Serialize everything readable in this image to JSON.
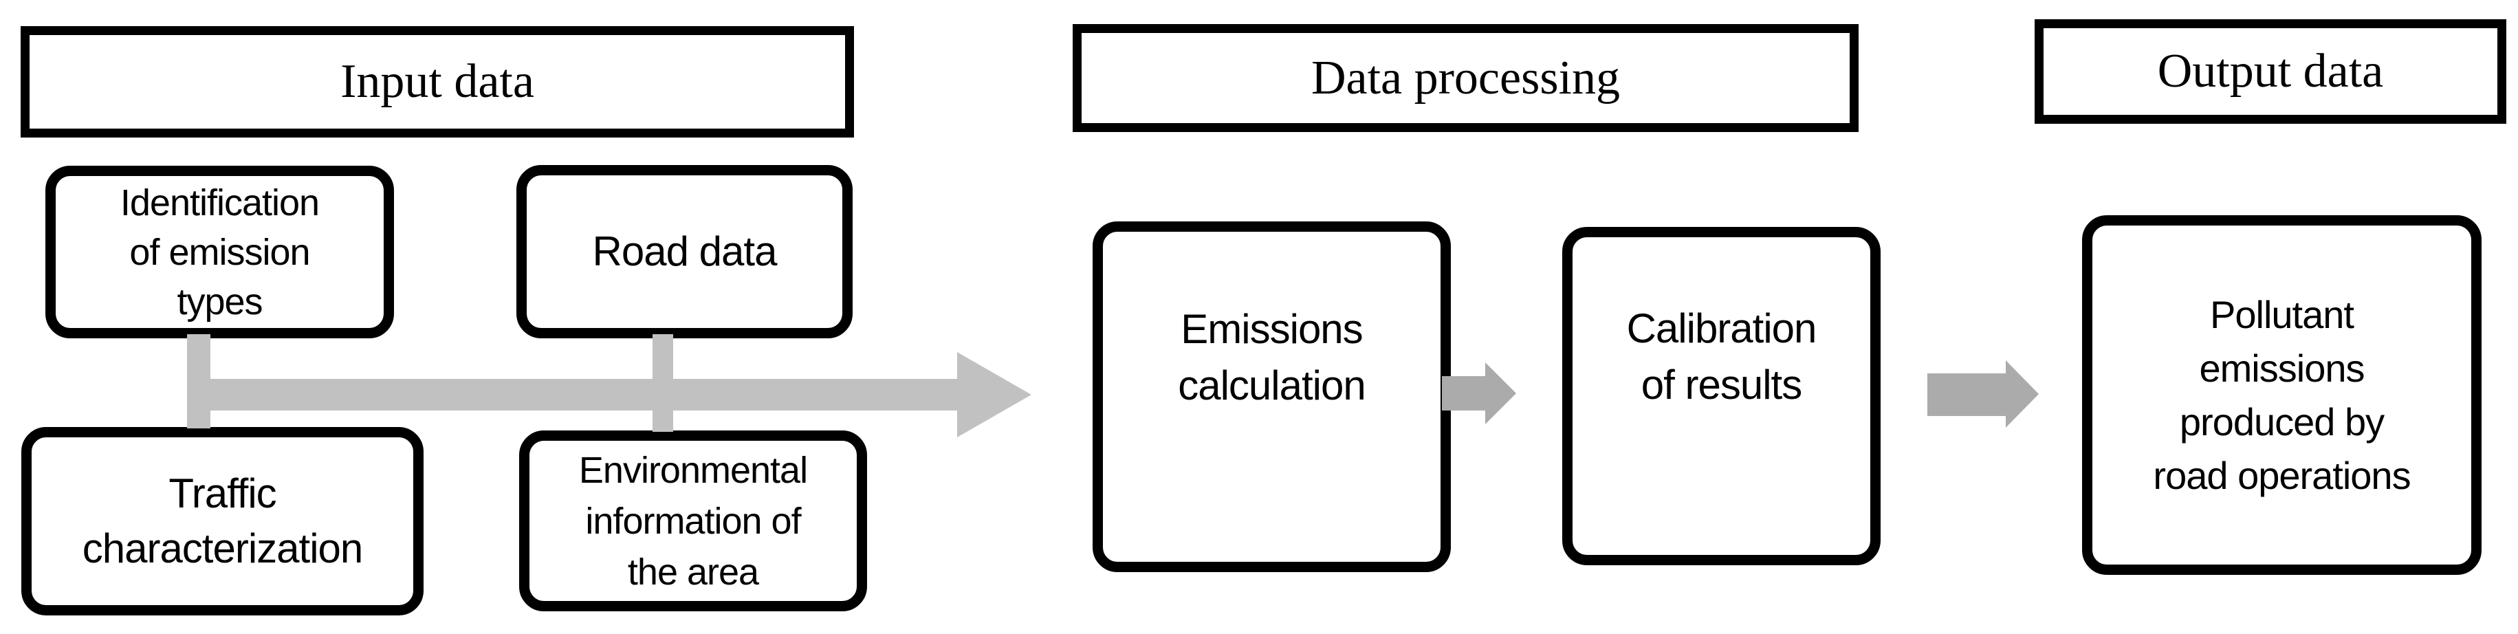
{
  "headers": {
    "input": "Input data",
    "processing": "Data processing",
    "output": "Output data"
  },
  "boxes": {
    "identification": "Identification\nof emission\ntypes",
    "road": "Road data",
    "traffic": "Traffic\ncharacterization",
    "environment": "Environmental\ninformation of\nthe area",
    "emissions": "Emissions\ncalculation",
    "calibration": "Calibration\nof results",
    "pollutant": "Pollutant\nemissions\nproduced by\nroad operations"
  },
  "icons": {
    "main_flow_arrow": "right-arrow",
    "step_arrow_1": "right-arrow",
    "step_arrow_2": "right-arrow"
  },
  "colors": {
    "gray-light": "#C1C1C1",
    "gray-mid": "#ABABAB",
    "border": "#000000",
    "background": "#FFFFFF"
  }
}
